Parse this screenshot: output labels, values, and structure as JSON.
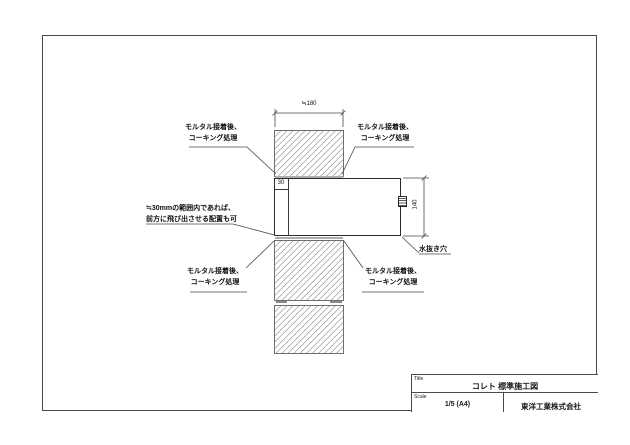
{
  "annotations": {
    "top_left": [
      "モルタル接着後、",
      "コーキング処理"
    ],
    "top_right": [
      "モルタル接着後、",
      "コーキング処理"
    ],
    "bottom_left": [
      "モルタル接着後、",
      "コーキング処理"
    ],
    "bottom_right": [
      "モルタル接着後、",
      "コーキング処理"
    ],
    "offset_note": [
      "≒30mmの範囲内であれば、",
      "前方に飛び出させる配置も可"
    ],
    "drain_hole": "水抜き穴"
  },
  "dimensions": {
    "width_top": "≒180",
    "front_offset": "30",
    "height_right": "140"
  },
  "title_block": {
    "title_label": "Title",
    "title": "コレト 標準施工図",
    "scale_label": "Scale",
    "scale_value": "1/5 (A4)",
    "company": "東洋工業株式会社"
  },
  "colors": {
    "line": "#4a4a4a",
    "hatch": "#9d9d9d",
    "mortar": "#adadad"
  }
}
